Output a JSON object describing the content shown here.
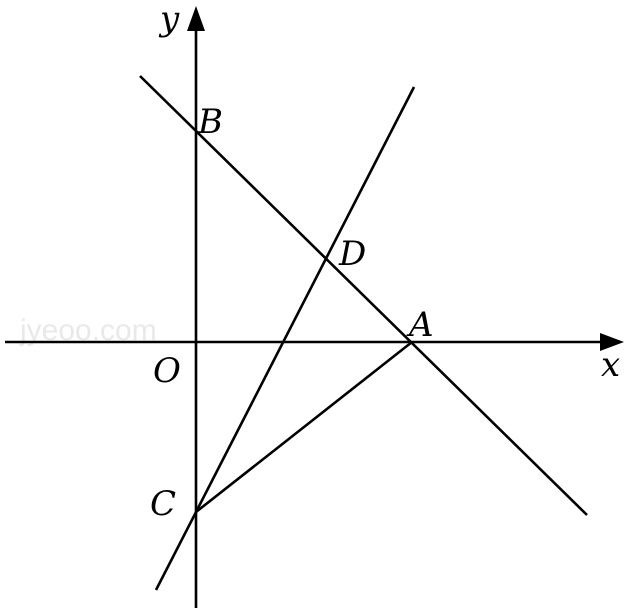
{
  "labels": {
    "x_axis": "x",
    "y_axis": "y",
    "origin": "O",
    "point_a": "A",
    "point_b": "B",
    "point_c": "C",
    "point_d": "D"
  },
  "watermark": "jyeoo.com"
}
